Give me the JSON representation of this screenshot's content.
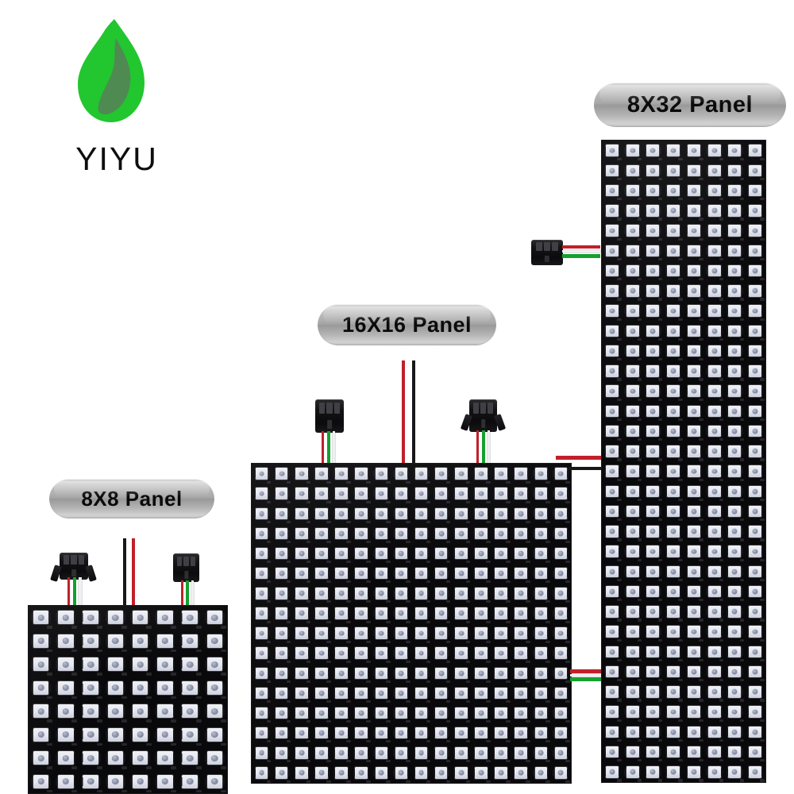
{
  "brand": {
    "name": "YIYU",
    "logo_icon": "green-flame-leaf-logo",
    "colors": {
      "flame_light": "#22c62f",
      "flame_dark": "#4f8a52",
      "wordmark": "#0e0e0e"
    }
  },
  "background": "#ffffff",
  "labels": {
    "panel_8x32": "8X32 Panel",
    "panel_16x16": "16X16 Panel",
    "panel_8x8": "8X8 Panel"
  },
  "label_style": {
    "shape": "rounded-pill",
    "fill": "#a8a8a8",
    "text_color": "#0a0a0a",
    "gloss": "top-highlight-gradient"
  },
  "panels": [
    {
      "id": "panel-8x8",
      "label": "8X8 Panel",
      "cols": 8,
      "rows": 8,
      "led_count": 64,
      "pcb_color": "#0a0a0c",
      "led_color": "#eef0f5",
      "connectors": [
        {
          "name": "input-connector",
          "type": "jst-sm-female-3pin",
          "position": "top-left",
          "wires": [
            "red",
            "green",
            "white"
          ]
        },
        {
          "name": "output-connector",
          "type": "jst-sm-male-3pin",
          "position": "top-right",
          "wires": [
            "red",
            "green",
            "white"
          ]
        },
        {
          "name": "power-leads",
          "type": "bare-wire-pair",
          "position": "top-center",
          "wires": [
            "black",
            "red"
          ]
        }
      ]
    },
    {
      "id": "panel-16x16",
      "label": "16X16 Panel",
      "cols": 16,
      "rows": 16,
      "led_count": 256,
      "pcb_color": "#0a0a0c",
      "led_color": "#eef0f5",
      "connectors": [
        {
          "name": "input-connector",
          "type": "jst-sm-male-3pin",
          "position": "top-left",
          "wires": [
            "red",
            "green",
            "white"
          ]
        },
        {
          "name": "output-connector",
          "type": "jst-sm-female-3pin",
          "position": "top-right",
          "wires": [
            "red",
            "green",
            "white"
          ]
        },
        {
          "name": "power-leads",
          "type": "bare-wire-pair",
          "position": "top-center",
          "wires": [
            "red",
            "black"
          ]
        },
        {
          "name": "power-bus-to-8x32",
          "type": "bare-wire-pair",
          "position": "right-edge",
          "wires": [
            "red",
            "black"
          ]
        }
      ]
    },
    {
      "id": "panel-8x32",
      "label": "8X32 Panel",
      "cols": 8,
      "rows": 32,
      "led_count": 256,
      "pcb_color": "#0a0a0c",
      "led_color": "#eef0f5",
      "connectors": [
        {
          "name": "input-connector",
          "type": "jst-sm-female-3pin",
          "position": "left-upper",
          "wires": [
            "red",
            "white",
            "green"
          ]
        },
        {
          "name": "output-leads",
          "type": "bare-wire-pair",
          "position": "left-lower",
          "wires": [
            "red",
            "green"
          ]
        }
      ]
    }
  ],
  "wire_colors": {
    "data": "#16a02e",
    "power_positive": "#c0202a",
    "power_negative": "#18181a",
    "signal_ground": "#eef0f2"
  }
}
